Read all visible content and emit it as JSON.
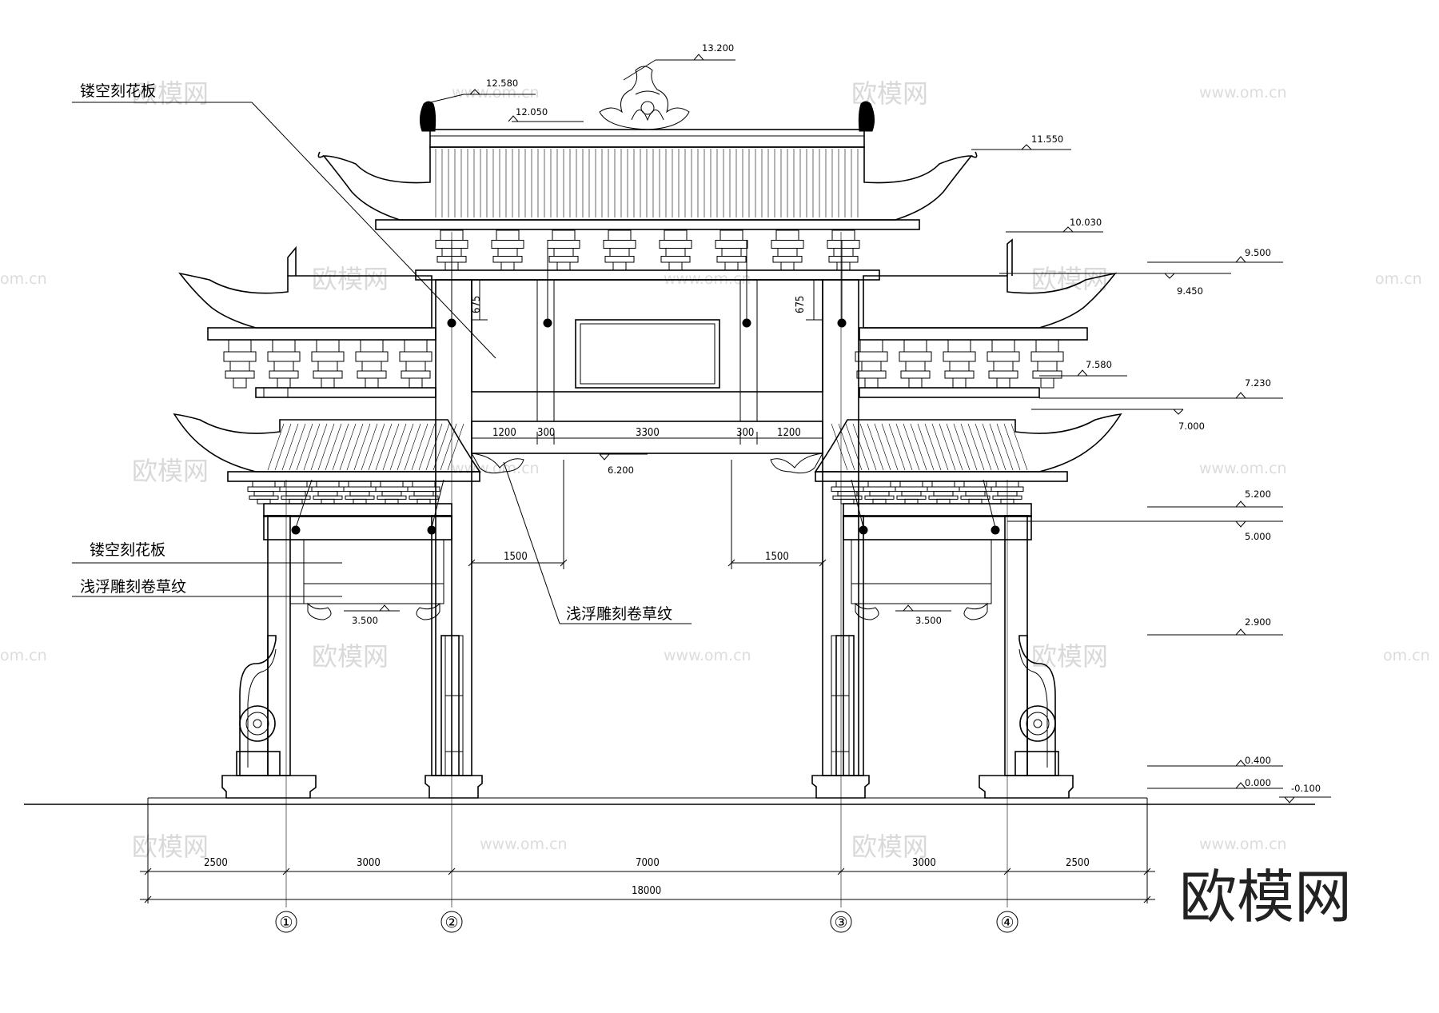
{
  "annotations": [
    {
      "id": "a1",
      "text": "镂空刻花板"
    },
    {
      "id": "a2",
      "text": "镂空刻花板"
    },
    {
      "id": "a3",
      "text": "浅浮雕刻卷草纹"
    },
    {
      "id": "a4",
      "text": "浅浮雕刻卷草纹"
    }
  ],
  "levels": {
    "l13200": "13.200",
    "l12580": "12.580",
    "l12050": "12.050",
    "l11550": "11.550",
    "l10030": "10.030",
    "l9500": "9.500",
    "l9450": "9.450",
    "l7580": "7.580",
    "l7230": "7.230",
    "l7000": "7.000",
    "l6200": "6.200",
    "l5200": "5.200",
    "l5000": "5.000",
    "l3500a": "3.500",
    "l3500b": "3.500",
    "l2900": "2.900",
    "l0400": "0.400",
    "l0000": "0.000",
    "lm0100": "-0.100"
  },
  "dims": {
    "d675a": "675",
    "d675b": "675",
    "d1200a": "1200",
    "d300a": "300",
    "d3300": "3300",
    "d300b": "300",
    "d1200b": "1200",
    "d1500a": "1500",
    "d1500b": "1500",
    "b2500a": "2500",
    "b3000a": "3000",
    "b7000": "7000",
    "b3000b": "3000",
    "b2500b": "2500",
    "total": "18000"
  },
  "grid_axes": [
    "①",
    "②",
    "③",
    "④"
  ],
  "watermark": {
    "cn": "欧模网",
    "url": "www.om.cn",
    "url_short": "om.cn"
  },
  "brand": "欧模网"
}
